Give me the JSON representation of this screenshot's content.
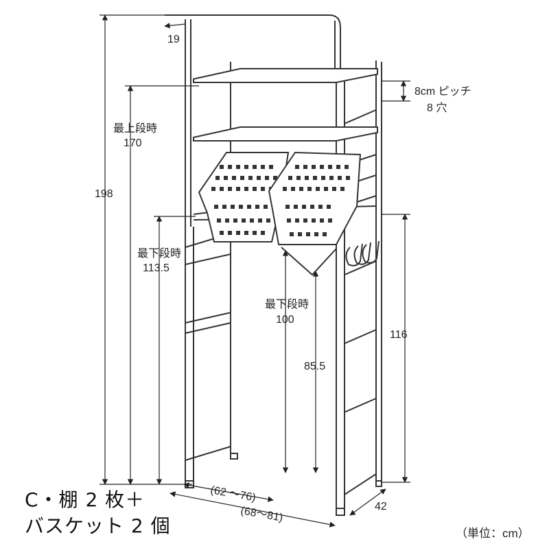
{
  "dimensions": {
    "top_overhang": "19",
    "total_height": "198",
    "top_shelf_label": "最上段時",
    "top_shelf_value": "170",
    "lowest_shelf_label": "最下段時",
    "lowest_shelf_value": "113.5",
    "basket_low_label": "最下段時",
    "basket_low_value": "100",
    "basket_clearance": "85.5",
    "inner_height": "116",
    "pitch_line1": "8cm ピッチ",
    "pitch_line2": "8 穴",
    "inner_width": "(62 ～76)",
    "outer_width": "(68～81)",
    "depth": "42"
  },
  "caption": {
    "line1": "C・棚 2 枚＋",
    "line2": "バスケット 2 個"
  },
  "unit_note": "（単位：cm）"
}
